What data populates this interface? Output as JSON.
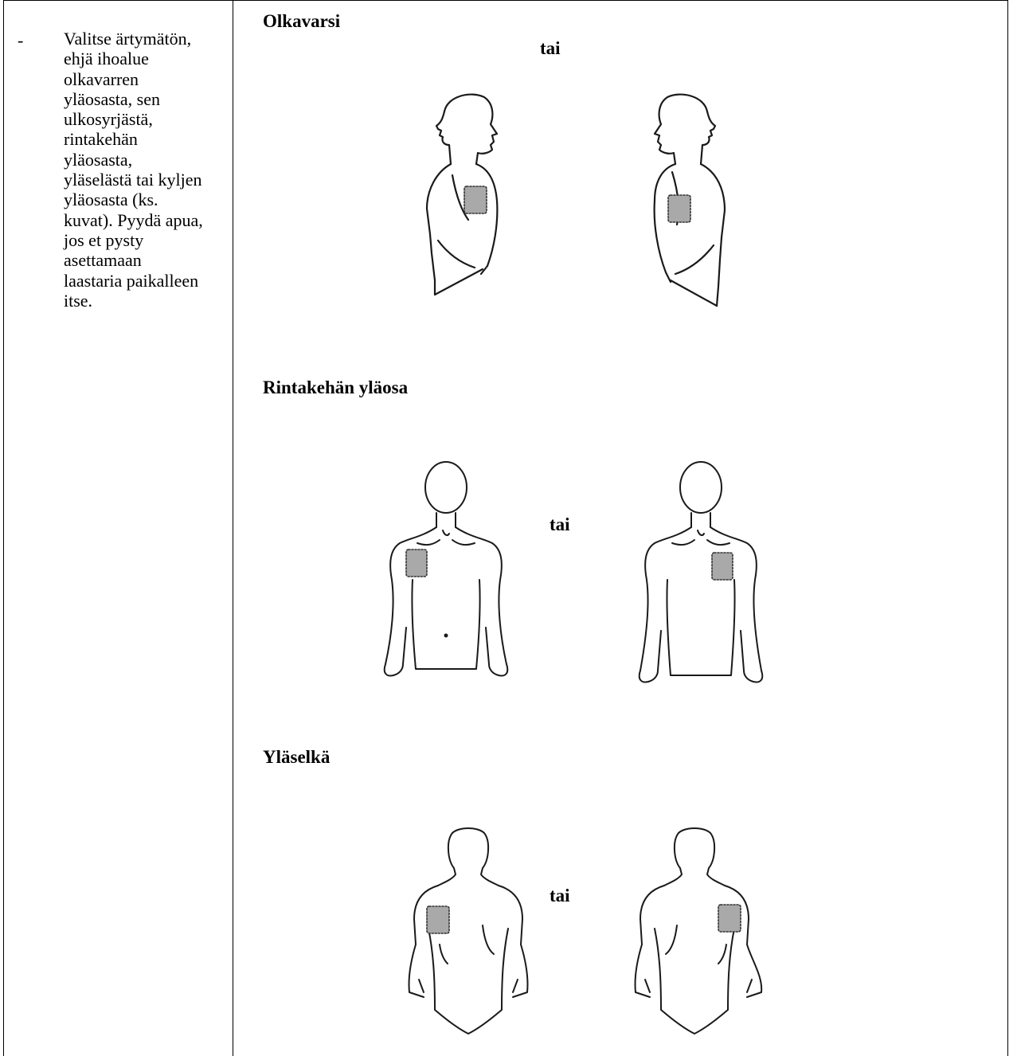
{
  "instruction": {
    "bullet": "-",
    "text": "Valitse ärtymätön, ehjä ihoalue olkavarren yläosasta, sen ulkosyrjästä, rintakehän yläosasta, yläselästä tai kyljen yläosasta (ks. kuvat). Pyydä apua, jos et pysty asettamaan laastaria paikalleen itse."
  },
  "sections": {
    "upper_arm": {
      "title": "Olkavarsi",
      "or_label": "tai",
      "figures": [
        "upper-arm-left-view-illustration",
        "upper-arm-right-view-illustration"
      ]
    },
    "upper_chest": {
      "title": "Rintakehän yläosa",
      "or_label": "tai",
      "figures": [
        "upper-chest-right-side-illustration",
        "upper-chest-left-side-illustration"
      ]
    },
    "upper_back": {
      "title": "Yläselkä",
      "or_label": "tai",
      "figures": [
        "upper-back-left-side-illustration",
        "upper-back-right-side-illustration"
      ]
    }
  },
  "colors": {
    "patch_fill": "#a9a9a9",
    "line": "#1a1a1a"
  }
}
